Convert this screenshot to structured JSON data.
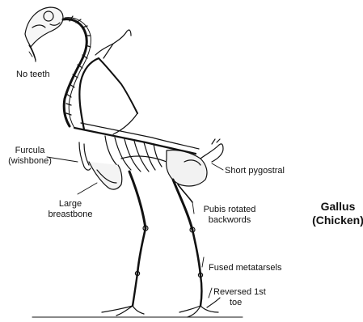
{
  "diagram": {
    "title_line1": "Gallus",
    "title_line2": "(Chicken)",
    "labels": {
      "no_teeth": "No teeth",
      "furcula_line1": "Furcula",
      "furcula_line2": "(wishbone)",
      "breastbone_line1": "Large",
      "breastbone_line2": "breastbone",
      "pygostyle": "Short pygostral",
      "pubis_line1": "Pubis rotated",
      "pubis_line2": "backwords",
      "metatarsels": "Fused metatarsels",
      "toe_line1": "Reversed 1st",
      "toe_line2": "toe"
    },
    "colors": {
      "ink": "#111111",
      "background": "#ffffff"
    }
  }
}
